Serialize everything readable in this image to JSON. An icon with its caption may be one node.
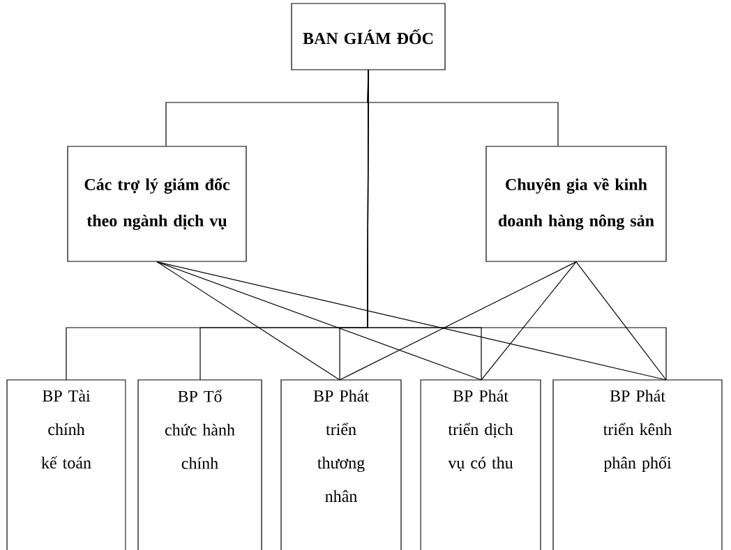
{
  "diagram": {
    "nodes": [
      {
        "text": [
          "BAN GIÁM ĐỐC"
        ]
      },
      {
        "text": [
          "Các trợ lý giám đốc theo ngành dịch vụ"
        ]
      },
      {
        "text": [
          "Chuyên gia về kinh doanh hàng nông sản"
        ]
      },
      {
        "text": [
          "BP Tài chính kế toán"
        ]
      },
      {
        "text": [
          "BP Tổ chức hành chính"
        ]
      },
      {
        "text": [
          "BP Phát triển thương nhân"
        ]
      },
      {
        "text": [
          "BP Phát triển dịch vụ có thu"
        ]
      },
      {
        "text": [
          "BP Phát triển kênh phân phối"
        ]
      }
    ],
    "edges": [
      {
        "from": 0,
        "to": 1,
        "arrow": "none"
      },
      {
        "from": 0,
        "to": 2,
        "arrow": "none"
      },
      {
        "from": 0,
        "to": 3,
        "arrow": "none"
      },
      {
        "from": 0,
        "to": 4,
        "arrow": "none"
      },
      {
        "from": 0,
        "to": 5,
        "arrow": "none"
      },
      {
        "from": 0,
        "to": 6,
        "arrow": "none"
      },
      {
        "from": 0,
        "to": 7,
        "arrow": "none"
      },
      {
        "from": 1,
        "to": 5,
        "arrow": "none"
      },
      {
        "from": 1,
        "to": 6,
        "arrow": "none"
      },
      {
        "from": 1,
        "to": 7,
        "arrow": "none"
      },
      {
        "from": 2,
        "to": 5,
        "arrow": "none"
      },
      {
        "from": 2,
        "to": 6,
        "arrow": "none"
      },
      {
        "from": 2,
        "to": 7,
        "arrow": "none"
      }
    ]
  }
}
